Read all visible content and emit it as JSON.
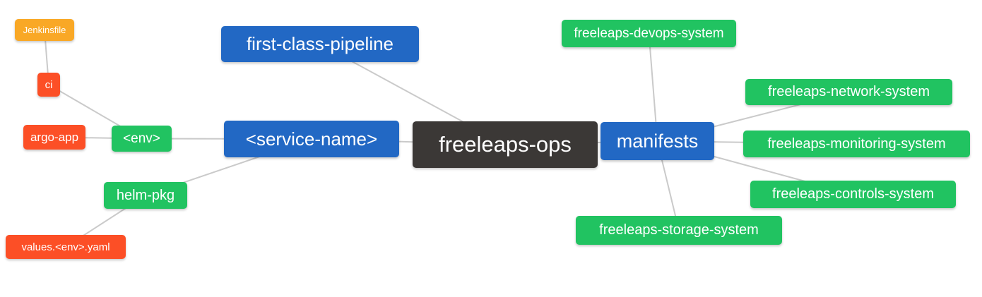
{
  "palette": {
    "blue": "#2268c4",
    "green": "#21c361",
    "red": "#fc4f26",
    "orange": "#f9a826",
    "dark": "#3b3836",
    "edge": "#cacaca",
    "text": "#ffffff",
    "background": "#ffffff"
  },
  "nodes": [
    {
      "id": "jenkinsfile",
      "label": "Jenkinsfile",
      "color": "orange"
    },
    {
      "id": "ci",
      "label": "ci",
      "color": "red"
    },
    {
      "id": "argo-app",
      "label": "argo-app",
      "color": "red"
    },
    {
      "id": "env",
      "label": "<env>",
      "color": "green"
    },
    {
      "id": "helm-pkg",
      "label": "helm-pkg",
      "color": "green"
    },
    {
      "id": "values-env-yaml",
      "label": "values.<env>.yaml",
      "color": "red"
    },
    {
      "id": "service-name",
      "label": "<service-name>",
      "color": "blue"
    },
    {
      "id": "first-class-pipeline",
      "label": "first-class-pipeline",
      "color": "blue"
    },
    {
      "id": "freeleaps-ops",
      "label": "freeleaps-ops",
      "color": "dark"
    },
    {
      "id": "manifests",
      "label": "manifests",
      "color": "blue"
    },
    {
      "id": "devops-system",
      "label": "freeleaps-devops-system",
      "color": "green"
    },
    {
      "id": "network-system",
      "label": "freeleaps-network-system",
      "color": "green"
    },
    {
      "id": "monitoring-system",
      "label": "freeleaps-monitoring-system",
      "color": "green"
    },
    {
      "id": "controls-system",
      "label": "freeleaps-controls-system",
      "color": "green"
    },
    {
      "id": "storage-system",
      "label": "freeleaps-storage-system",
      "color": "green"
    }
  ],
  "edges": [
    [
      "jenkinsfile",
      "ci"
    ],
    [
      "ci",
      "env"
    ],
    [
      "argo-app",
      "env"
    ],
    [
      "env",
      "service-name"
    ],
    [
      "helm-pkg",
      "service-name"
    ],
    [
      "values-env-yaml",
      "helm-pkg"
    ],
    [
      "first-class-pipeline",
      "freeleaps-ops"
    ],
    [
      "service-name",
      "freeleaps-ops"
    ],
    [
      "freeleaps-ops",
      "manifests"
    ],
    [
      "manifests",
      "devops-system"
    ],
    [
      "manifests",
      "network-system"
    ],
    [
      "manifests",
      "monitoring-system"
    ],
    [
      "manifests",
      "controls-system"
    ],
    [
      "manifests",
      "storage-system"
    ]
  ]
}
